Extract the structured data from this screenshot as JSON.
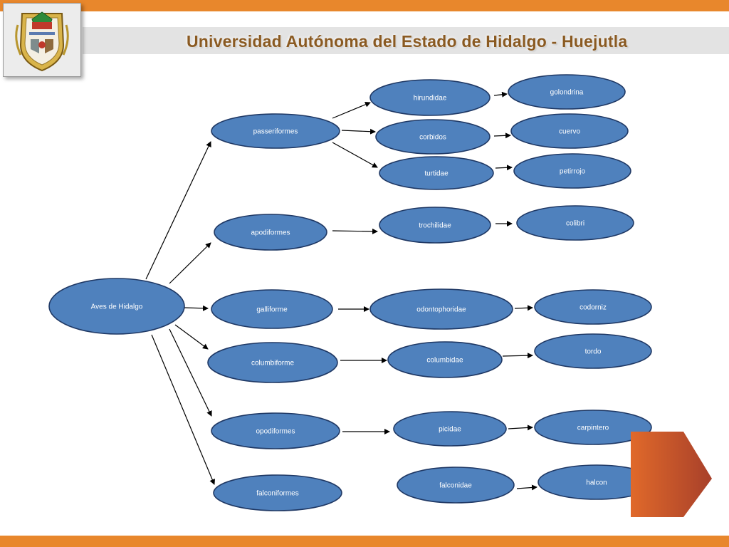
{
  "header": {
    "title": "Universidad Autónoma del Estado de Hidalgo - Huejutla",
    "logo_icon": "university-crest-icon"
  },
  "colors": {
    "accent_bar": "#e8872c",
    "node_fill": "#4f81bd",
    "node_stroke": "#1f3864",
    "title_band": "#e3e3e3"
  },
  "diagram": {
    "nodes": {
      "root": "Aves de Hidalgo",
      "passeriformes": "passeriformes",
      "apodiformes": "apodiformes",
      "galliforme": "galliforme",
      "columbiforme": "columbiforme",
      "opodiformes": "opodiformes",
      "falconiformes": "falconiformes",
      "hirundidae": "hirundidae",
      "corbidos": "corbidos",
      "turtidae": "turtidae",
      "trochilidae": "trochilidae",
      "odontophoridae": "odontophoridae",
      "columbidae": "columbidae",
      "picidae": "picidae",
      "falconidae": "falconidae",
      "golondrina": "golondrina",
      "cuervo": "cuervo",
      "petirrojo": "petirrojo",
      "colibri": "colibri",
      "codorniz": "codorniz",
      "tordo": "tordo",
      "carpintero": "carpintero",
      "halcon": "halcon"
    },
    "edges": [
      [
        "root",
        "passeriformes"
      ],
      [
        "root",
        "apodiformes"
      ],
      [
        "root",
        "galliforme"
      ],
      [
        "root",
        "columbiforme"
      ],
      [
        "root",
        "opodiformes"
      ],
      [
        "root",
        "falconiformes"
      ],
      [
        "passeriformes",
        "hirundidae"
      ],
      [
        "passeriformes",
        "corbidos"
      ],
      [
        "passeriformes",
        "turtidae"
      ],
      [
        "apodiformes",
        "trochilidae"
      ],
      [
        "galliforme",
        "odontophoridae"
      ],
      [
        "columbiforme",
        "columbidae"
      ],
      [
        "opodiformes",
        "picidae"
      ],
      [
        "hirundidae",
        "golondrina"
      ],
      [
        "corbidos",
        "cuervo"
      ],
      [
        "turtidae",
        "petirrojo"
      ],
      [
        "trochilidae",
        "colibri"
      ],
      [
        "odontophoridae",
        "codorniz"
      ],
      [
        "columbidae",
        "tordo"
      ],
      [
        "picidae",
        "carpintero"
      ],
      [
        "falconidae",
        "halcon"
      ]
    ]
  },
  "navigation": {
    "next_icon": "next-slide-arrow-icon"
  }
}
